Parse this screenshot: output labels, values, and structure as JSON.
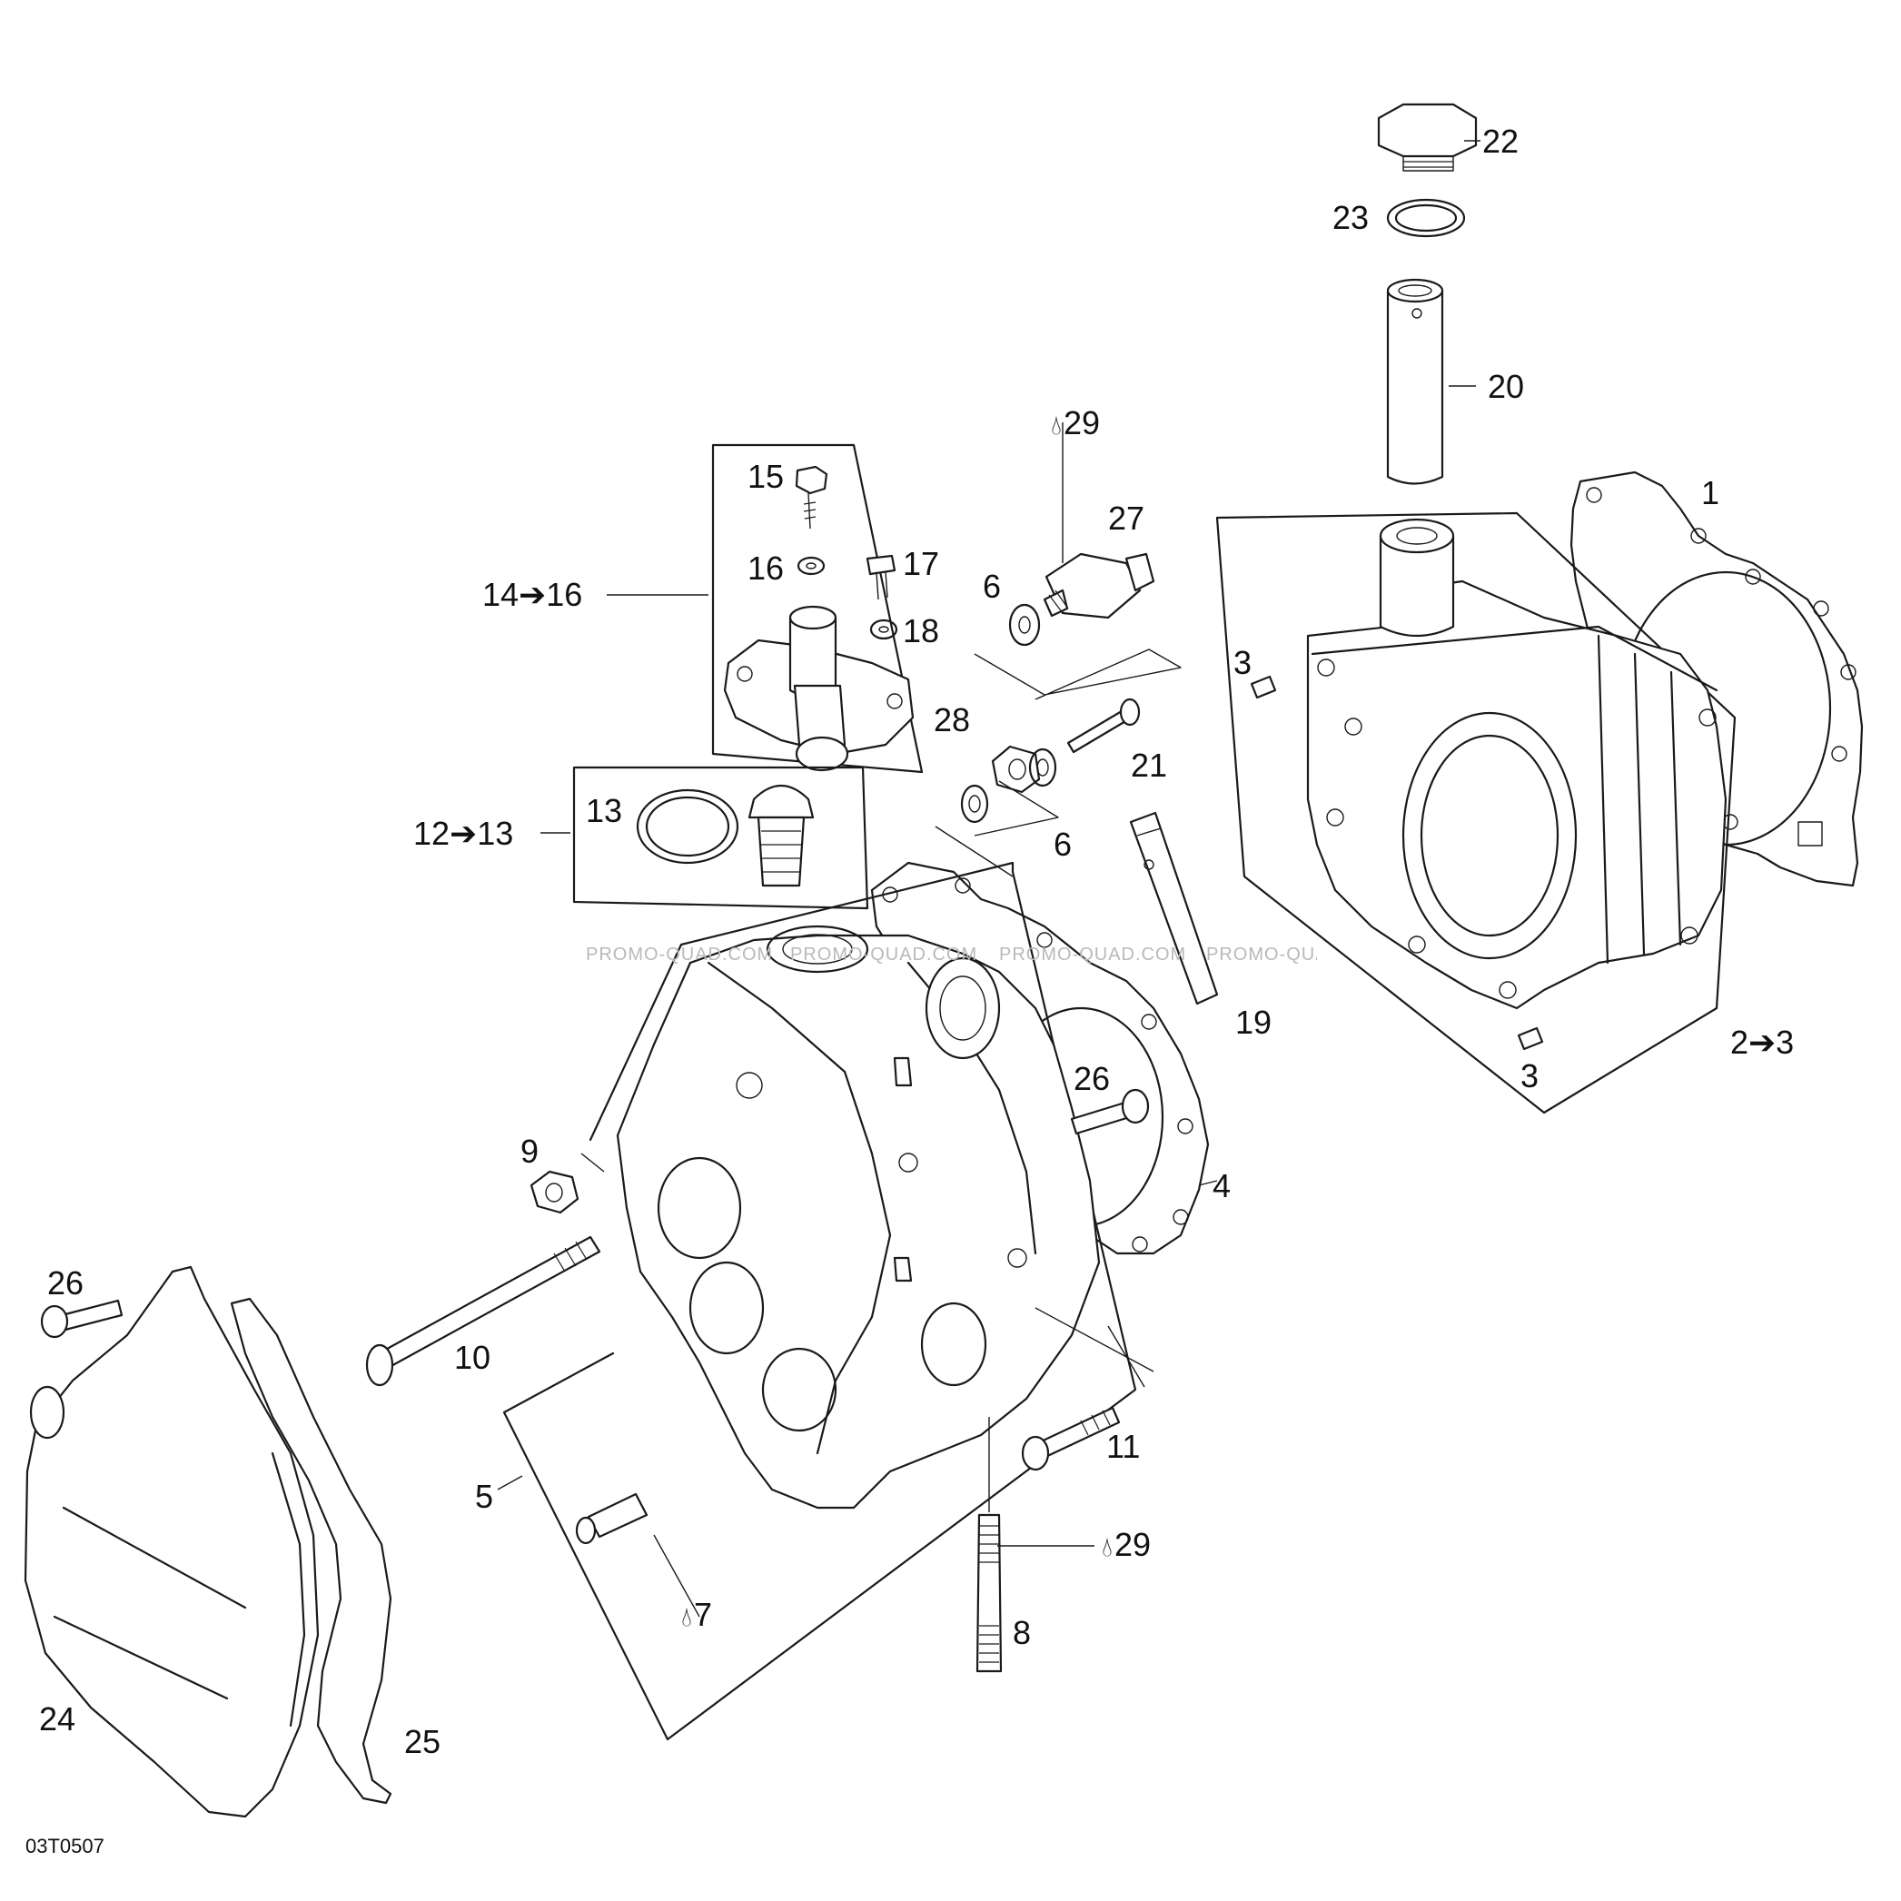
{
  "figure_id": "03T0507",
  "watermark": "PROMO-QUAD.COM",
  "drop_icon": "oil-drop-icon",
  "callouts": {
    "c1": "1",
    "c2to3": "2➔3",
    "c3a": "3",
    "c3b": "3",
    "c4": "4",
    "c5": "5",
    "c6a": "6",
    "c6b": "6",
    "c7": "7",
    "c8": "8",
    "c9": "9",
    "c10": "10",
    "c11": "11",
    "c12to13": "12➔13",
    "c13": "13",
    "c14to16": "14➔16",
    "c15": "15",
    "c16": "16",
    "c17": "17",
    "c18": "18",
    "c19": "19",
    "c20": "20",
    "c21": "21",
    "c22": "22",
    "c23": "23",
    "c24": "24",
    "c25": "25",
    "c26a": "26",
    "c26b": "26",
    "c27": "27",
    "c28": "28",
    "c29a": "29",
    "c29b": "29"
  }
}
